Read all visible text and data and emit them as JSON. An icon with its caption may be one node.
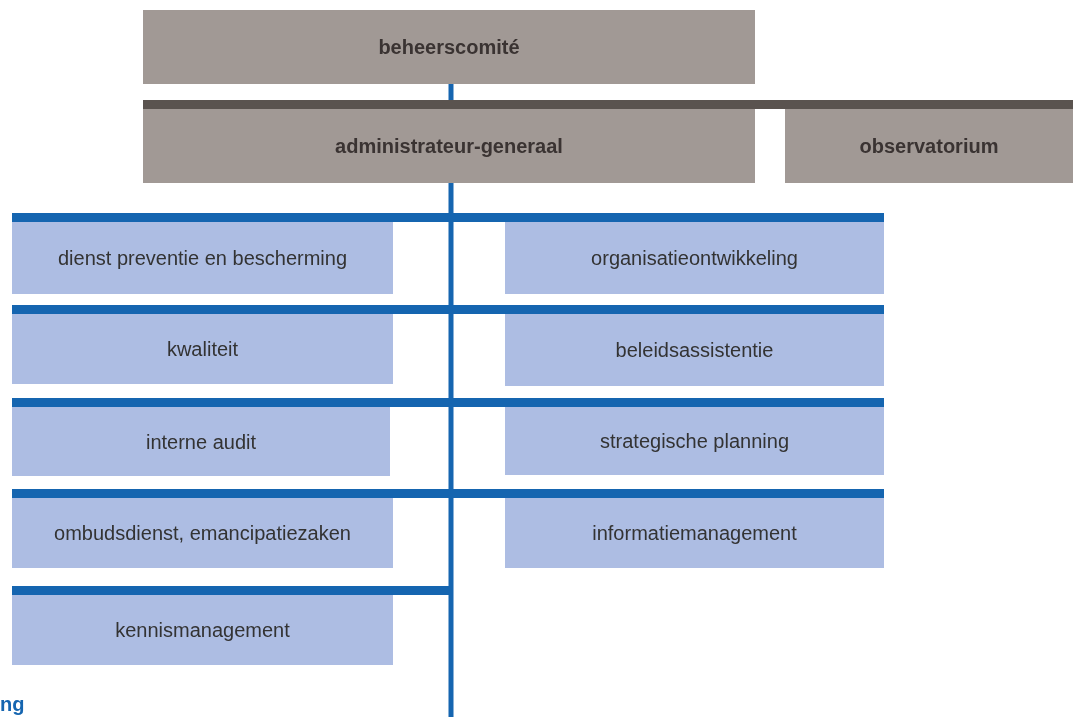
{
  "diagram": {
    "nodes": [
      {
        "text": [
          "beheerscomité"
        ]
      },
      {
        "text": [
          "administrateur-generaal"
        ]
      },
      {
        "text": [
          "observatorium"
        ]
      },
      {
        "text": [
          "dienst preventie en bescherming"
        ]
      },
      {
        "text": [
          "organisatieontwikkeling"
        ]
      },
      {
        "text": [
          "kwaliteit"
        ]
      },
      {
        "text": [
          "beleidsassistentie"
        ]
      },
      {
        "text": [
          "interne audit"
        ]
      },
      {
        "text": [
          "strategische planning"
        ]
      },
      {
        "text": [
          "ombudsdienst, emancipatiezaken"
        ]
      },
      {
        "text": [
          "informatiemanagement"
        ]
      },
      {
        "text": [
          "kennismanagement"
        ]
      }
    ],
    "edges": [
      {
        "from": 0,
        "to": 1,
        "arrow": "none"
      },
      {
        "from": 1,
        "to": 3,
        "arrow": "none"
      },
      {
        "from": 1,
        "to": 4,
        "arrow": "none"
      },
      {
        "from": 1,
        "to": 5,
        "arrow": "none"
      },
      {
        "from": 1,
        "to": 6,
        "arrow": "none"
      },
      {
        "from": 1,
        "to": 7,
        "arrow": "none"
      },
      {
        "from": 1,
        "to": 8,
        "arrow": "none"
      },
      {
        "from": 1,
        "to": 9,
        "arrow": "none"
      },
      {
        "from": 1,
        "to": 10,
        "arrow": "none"
      },
      {
        "from": 1,
        "to": 11,
        "arrow": "none"
      }
    ],
    "labels": [
      "ng"
    ]
  }
}
